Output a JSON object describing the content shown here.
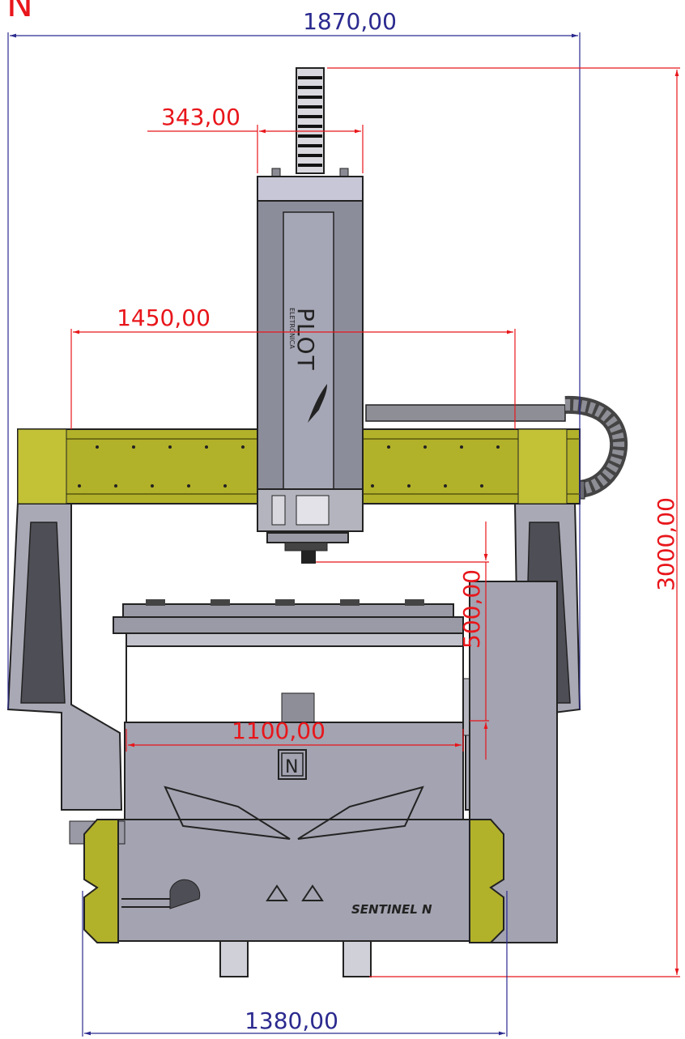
{
  "corner_mark": "N",
  "dimensions": {
    "overall_width": "1870,00",
    "carriage_width": "343,00",
    "gantry_span": "1450,00",
    "overall_height": "3000,00",
    "z_clearance": "500,00",
    "table_width": "1100,00",
    "base_width": "1380,00"
  },
  "labels": {
    "head_brand": "PLOT",
    "head_sub": "ELETRÔNICA",
    "model_name": "SENTINEL N",
    "base_logo": "N"
  },
  "colors": {
    "red_dimension": "#e8161b",
    "blue_dimension": "#2b2a8f",
    "yellow_part": "#b2b12a",
    "grey_part": "#a3a3b1",
    "dark_part": "#4e4e56"
  }
}
